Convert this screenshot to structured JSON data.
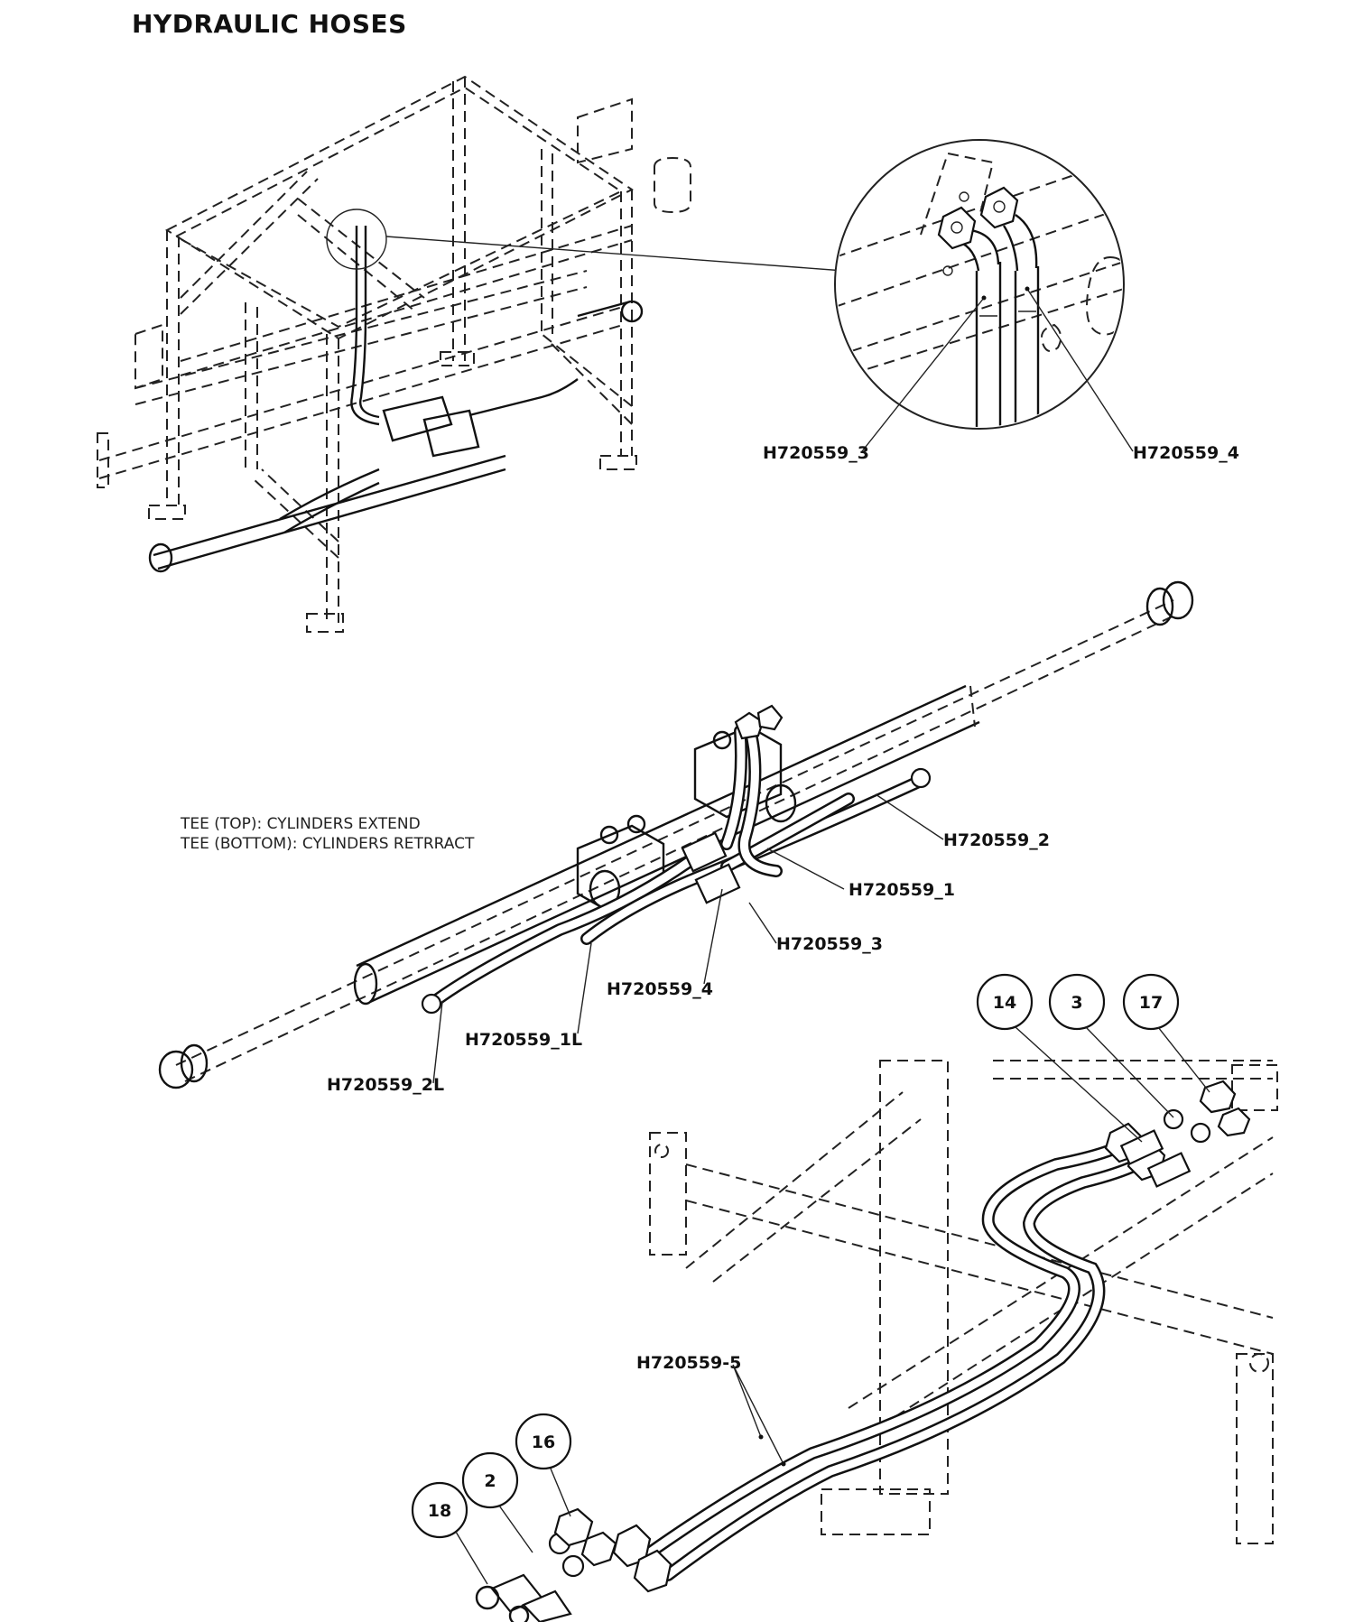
{
  "title": "HYDRAULIC HOSES",
  "detail_view": {
    "labels": [
      "H720559_3",
      "H720559_4"
    ]
  },
  "cylinder_view": {
    "note_lines": [
      "TEE (TOP): CYLINDERS EXTEND",
      "TEE (BOTTOM): CYLINDERS RETRRACT"
    ],
    "labels": [
      "H720559_2",
      "H720559_1",
      "H720559_3",
      "H720559_4",
      "H720559_1L",
      "H720559_2L"
    ]
  },
  "fittings_view": {
    "bubbles_top": [
      "14",
      "3",
      "17"
    ],
    "bubbles_bottom": [
      "16",
      "2",
      "18"
    ],
    "hose_label": "H720559-5"
  }
}
